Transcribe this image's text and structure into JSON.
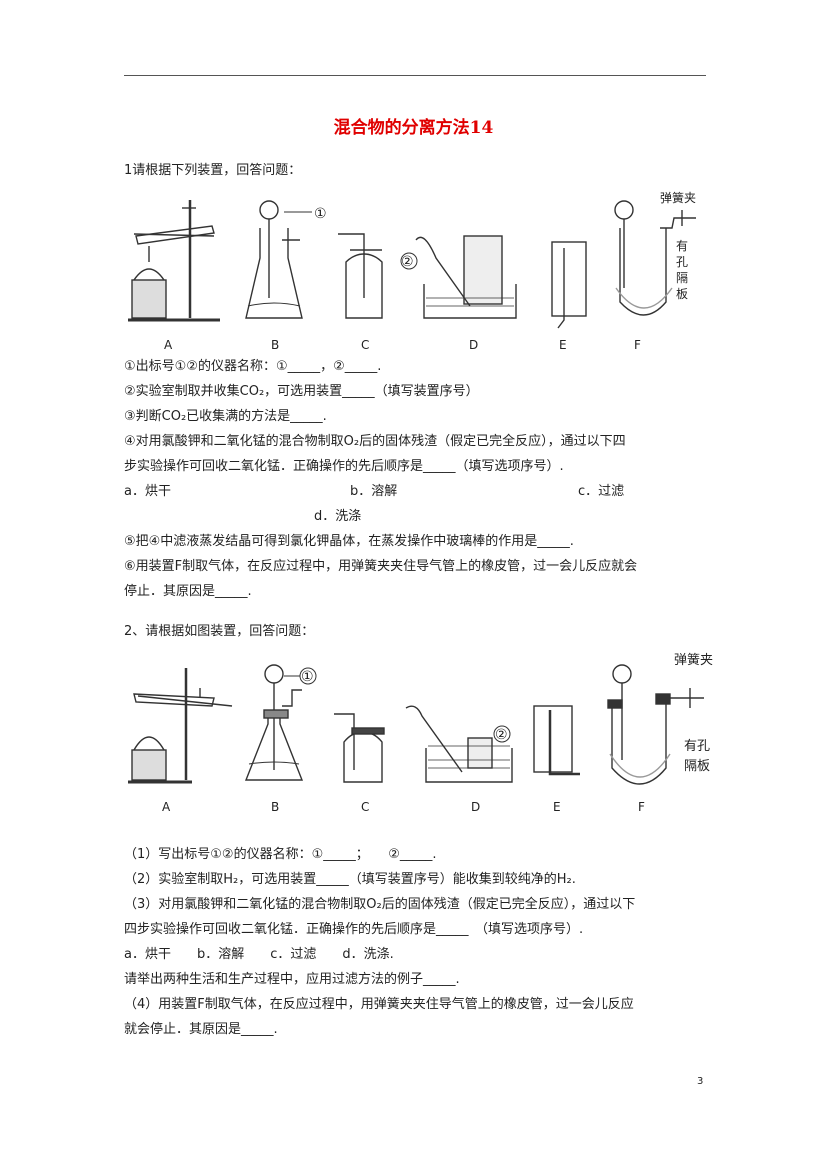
{
  "title": "混合物的分离方法14",
  "q1": {
    "lines": [
      "1请根据下列装置，回答问题：",
      "①出标号①②的仪器名称：①_____，②_____.",
      "②实验室制取并收集CO₂，可选用装置_____（填写装置序号）",
      "③判断CO₂已收集满的方法是_____.",
      "④对用氯酸钾和二氧化锰的混合物制取O₂后的固体残渣（假定已完全反应），通过以下四",
      "步实验操作可回收二氧化锰．正确操作的先后顺序是_____（填写选项序号）.",
      "⑤把④中滤液蒸发结晶可得到氯化钾晶体，在蒸发操作中玻璃棒的作用是_____.",
      "⑥用装置F制取气体，在反应过程中，用弹簧夹夹住导气管上的橡皮管，过一会儿反应就会",
      "停止．其原因是_____."
    ],
    "options": [
      "a．烘干",
      "b．溶解",
      "c．过滤",
      "d．洗涤"
    ],
    "figure": {
      "labels": [
        "A",
        "B",
        "C",
        "D",
        "E",
        "F"
      ],
      "marks": [
        "①",
        "②"
      ],
      "callouts": [
        "弹簧夹",
        "有",
        "孔",
        "隔",
        "板"
      ]
    }
  },
  "q2": {
    "lines": [
      "2、请根据如图装置，回答问题：",
      "（1）写出标号①②的仪器名称：①_____；　　②_____.",
      "（2）实验室制取H₂，可选用装置_____（填写装置序号）能收集到较纯净的H₂.",
      "（3）对用氯酸钾和二氧化锰的混合物制取O₂后的固体残渣（假定已完全反应），通过以下",
      "四步实验操作可回收二氧化锰．正确操作的先后顺序是_____　（填写选项序号）.",
      "a．烘干　　b．溶解　　c．过滤　　d．洗涤.",
      "请举出两种生活和生产过程中，应用过滤方法的例子_____.",
      "（4）用装置F制取气体，在反应过程中，用弹簧夹夹住导气管上的橡皮管，过一会儿反应",
      "就会停止．其原因是_____."
    ],
    "figure": {
      "labels": [
        "A",
        "B",
        "C",
        "D",
        "E",
        "F"
      ],
      "marks": [
        "①",
        "②"
      ],
      "callouts": [
        "弹簧夹",
        "有孔",
        "隔板"
      ]
    }
  },
  "page_number": "3"
}
